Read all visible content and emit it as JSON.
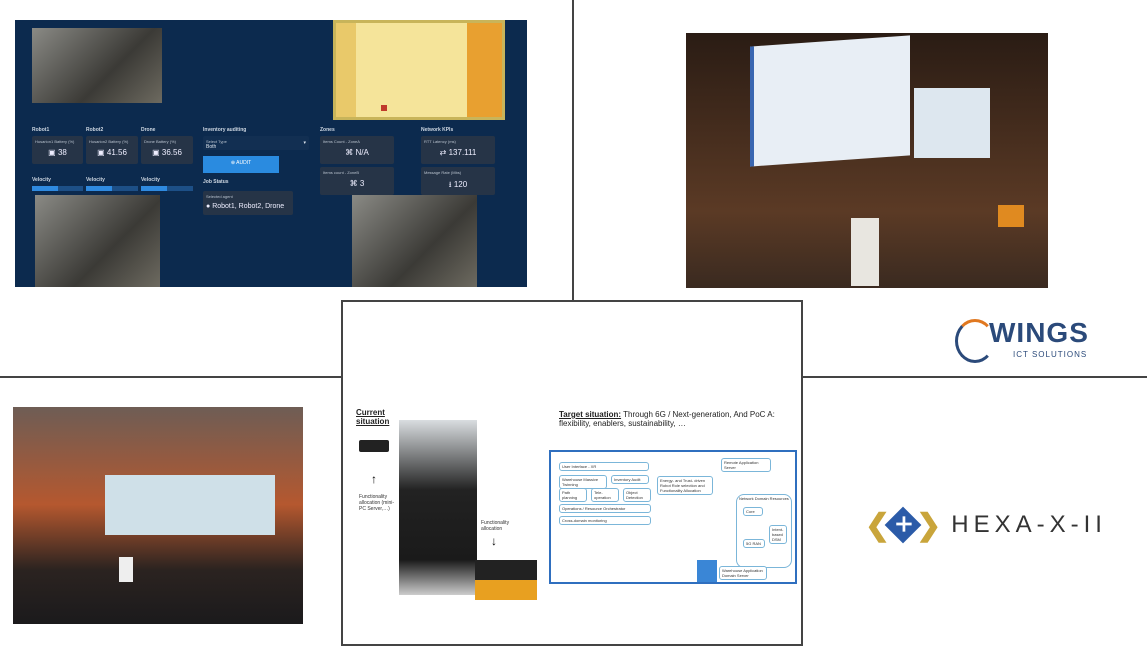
{
  "dashboard": {
    "robot1": {
      "header": "Robot1",
      "battery_label": "Husarion1 Battery (%)",
      "battery": "38",
      "velocity_label": "Velocity",
      "velocity": 0.5
    },
    "robot2": {
      "header": "Robot2",
      "battery_label": "Husarion2 Battery (%)",
      "battery": "41.56",
      "velocity_label": "Velocity",
      "velocity": 0.5
    },
    "drone": {
      "header": "Drone",
      "battery_label": "Drone Battery (%)",
      "battery": "36.56",
      "velocity_label": "Velocity",
      "velocity": 0.5
    },
    "inventory": {
      "header": "Inventory auditing",
      "select_label": "Select Type",
      "select_value": "Both",
      "audit_button": "AUDIT",
      "job_status": "Job Status",
      "agent_label": "Selected agent",
      "agent_value": "Robot1, Robot2, Drone"
    },
    "zones": {
      "header": "Zones",
      "zoneA_label": "Items Count - ZoneA",
      "zoneA": "N/A",
      "zoneB_label": "Items count - ZoneB",
      "zoneB": "3"
    },
    "kpis": {
      "header": "Network KPIs",
      "rtt_label": "RTT Latency (ms)",
      "rtt": "137.111",
      "rate_label": "Message Rate (Mbs)",
      "rate": "120"
    }
  },
  "slide": {
    "current": "Current situation",
    "alloc1": "Functionality allocation (mini-PC Server,…)",
    "alloc2": "Functionality allocation",
    "target_bold": "Target situation:",
    "target_rest": " Through 6G / Next-generation, And PoC A: flexibility, enablers, sustainability, …",
    "nodes": [
      "User Interface - XR",
      "Warehouse Massive Twinning",
      "Inventory Audit",
      "Path planning",
      "Tele-operation",
      "Object Detection",
      "Operations / Resource Orchestrator",
      "Cross-domain monitoring",
      "Energy- and Trust- driven Robot Role selection and Functionality Allocation",
      "Remote Application Server",
      "Network Domain Resources",
      "Core",
      "Intent-based DSM",
      "5G RAN",
      "Warehouse Application Domain Server"
    ]
  },
  "logos": {
    "wings": "WINGS",
    "wings_sub": "ICT SOLUTIONS",
    "hexa": "HEXA-X-II"
  },
  "colors": {
    "dashboard_bg": "#0c2a4e",
    "accent": "#2a8be0",
    "wings_blue": "#2b4a7a",
    "hexa_gold": "#c9a53b"
  }
}
